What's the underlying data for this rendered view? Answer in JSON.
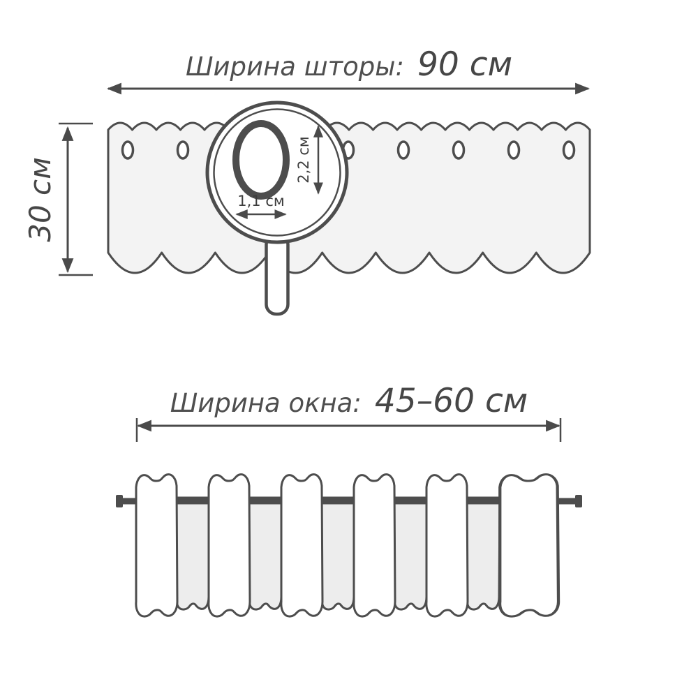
{
  "top_diagram": {
    "title_label": "Ширина шторы:",
    "title_value": "90 см",
    "height_label": "30 см",
    "magnifier": {
      "eyelet_height_label": "2,2 см",
      "eyelet_width_label": "1,1 см"
    }
  },
  "bottom_diagram": {
    "title_label": "Ширина окна:",
    "title_value": "45–60 см"
  },
  "colors": {
    "line": "#4a4a4a",
    "outline": "#4d4d4d",
    "text": "#4f4f4f",
    "curtain_fill": "#f3f3f3",
    "back_fold_fill": "#ededed"
  }
}
